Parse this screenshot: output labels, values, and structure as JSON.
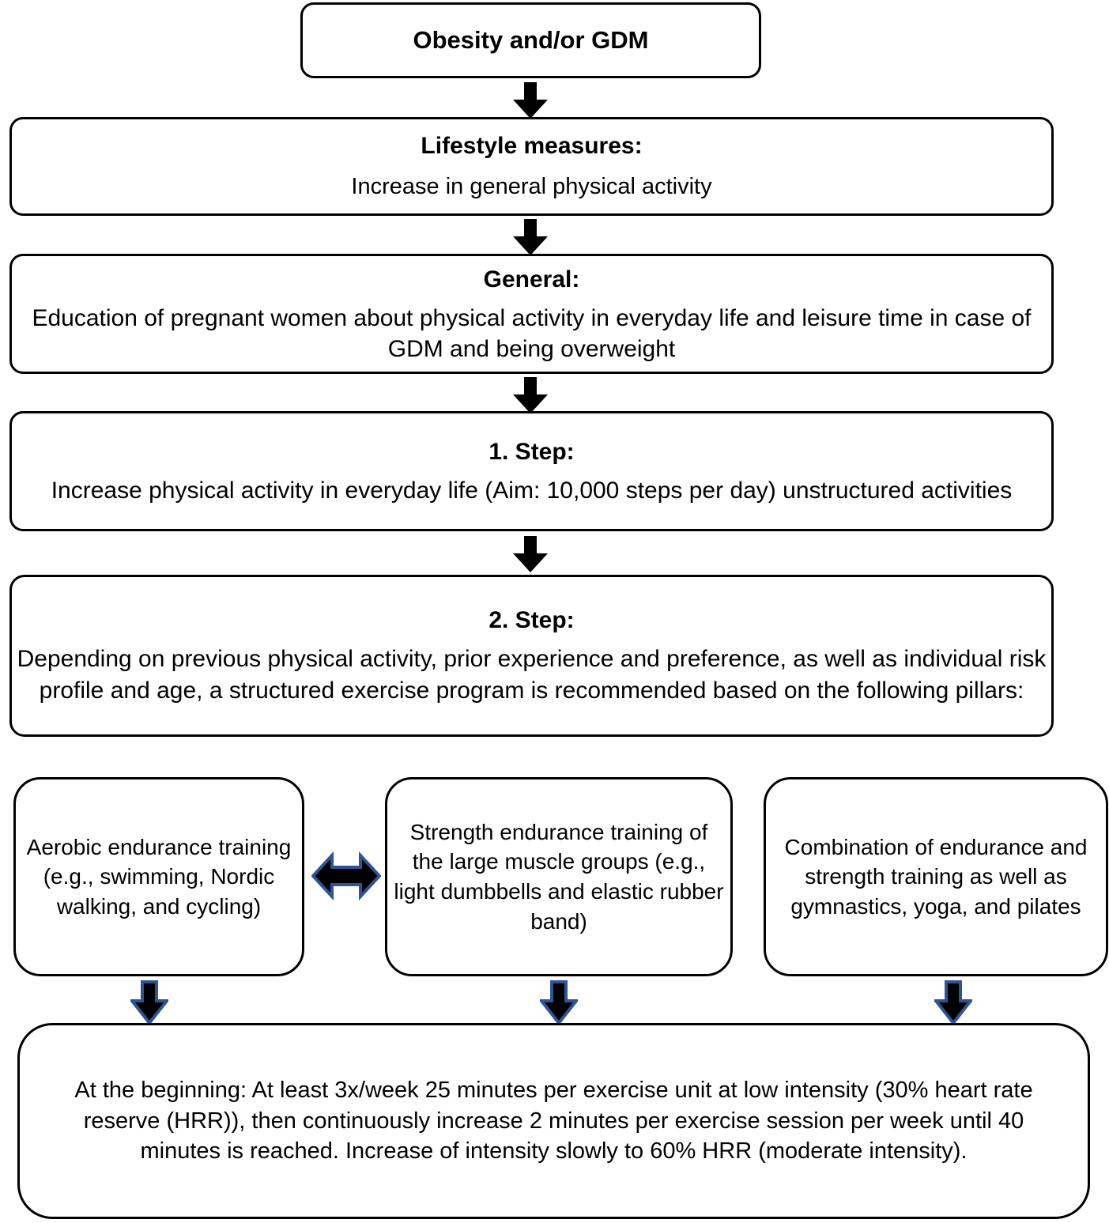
{
  "diagram": {
    "title": "Exercise recommendation flowchart for obesity and/or GDM in pregnancy",
    "colors": {
      "box_border": "#000000",
      "box_fill": "#ffffff",
      "text": "#000000",
      "arrow_fill": "#000000",
      "arrow_outline_blue": "#2e5496"
    },
    "nodes": {
      "root": {
        "title": "Obesity and/or GDM"
      },
      "lifestyle": {
        "title": "Lifestyle measures:",
        "body": "Increase in general physical activity"
      },
      "general": {
        "title": "General:",
        "body": "Education of pregnant women about physical activity in everyday life and leisure time in case of GDM and being overweight"
      },
      "step1": {
        "title": "1. Step:",
        "body": "Increase physical activity in everyday life (Aim: 10,000 steps per day) unstructured activities"
      },
      "step2": {
        "title": "2. Step:",
        "body": "Depending on previous physical activity, prior experience and preference, as well as individual risk profile and age, a structured exercise program is recommended based on the following pillars:"
      },
      "bottom": {
        "body": "At the beginning: At least 3x/week 25 minutes per exercise unit at low intensity (30% heart rate reserve (HRR)), then continuously increase 2 minutes per exercise session per week until 40 minutes is reached. Increase of intensity slowly to 60% HRR (moderate intensity)."
      }
    },
    "pillars": [
      {
        "id": "aerobic-endurance",
        "text": "Aerobic endurance training (e.g., swimming, Nordic walking, and cycling)"
      },
      {
        "id": "strength-endurance",
        "text": "Strength endurance training of the large muscle groups (e.g., light dumbbells and elastic rubber band)"
      },
      {
        "id": "combination",
        "text": "Combination of endurance and strength training as well as gymnastics, yoga, and pilates"
      }
    ],
    "connectors": [
      {
        "id": "root-to-lifestyle",
        "type": "arrow-down",
        "style": "black"
      },
      {
        "id": "lifestyle-to-general",
        "type": "arrow-down",
        "style": "black"
      },
      {
        "id": "general-to-step1",
        "type": "arrow-down",
        "style": "black"
      },
      {
        "id": "step1-to-step2",
        "type": "arrow-down",
        "style": "black"
      },
      {
        "id": "pillar1-to-pillar2",
        "type": "arrow-left-right",
        "style": "black-blue-outline"
      },
      {
        "id": "pillar1-to-bottom",
        "type": "arrow-down",
        "style": "black-blue-outline"
      },
      {
        "id": "pillar2-to-bottom",
        "type": "arrow-down",
        "style": "black-blue-outline"
      },
      {
        "id": "pillar3-to-bottom",
        "type": "arrow-down",
        "style": "black-blue-outline"
      }
    ]
  }
}
